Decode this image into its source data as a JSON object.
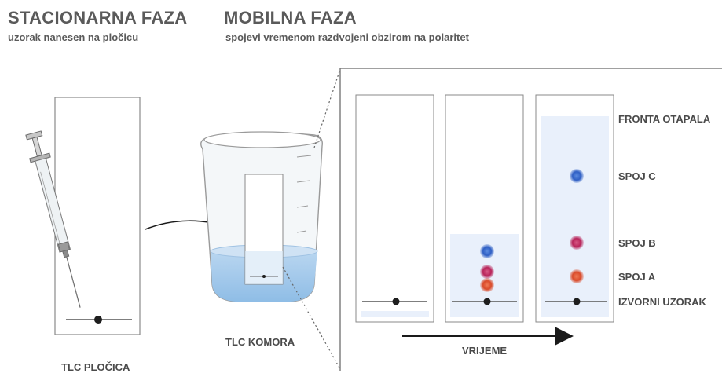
{
  "sections": {
    "stationary_title": "STACIONARNA FAZA",
    "stationary_subtitle": "uzorak nanesen na pločicu",
    "mobile_title": "MOBILNA FAZA",
    "mobile_subtitle": "spojevi vremenom razdvojeni obzirom na polaritet"
  },
  "labels": {
    "tlc_plate": "TLC PLOČICA",
    "tlc_chamber": "TLC KOMORA",
    "time": "VRIJEME",
    "solvent_front": "FRONTA OTAPALA",
    "compound_c": "SPOJ C",
    "compound_b": "SPOJ B",
    "compound_a": "SPOJ A",
    "origin": "IZVORNI UZORAK"
  },
  "colors": {
    "compound_a": "#d94a2a",
    "compound_b": "#b8245a",
    "compound_c": "#2f5fc4",
    "solvent": "#c9ddf2",
    "plate_wash": "#e9f0fb"
  }
}
